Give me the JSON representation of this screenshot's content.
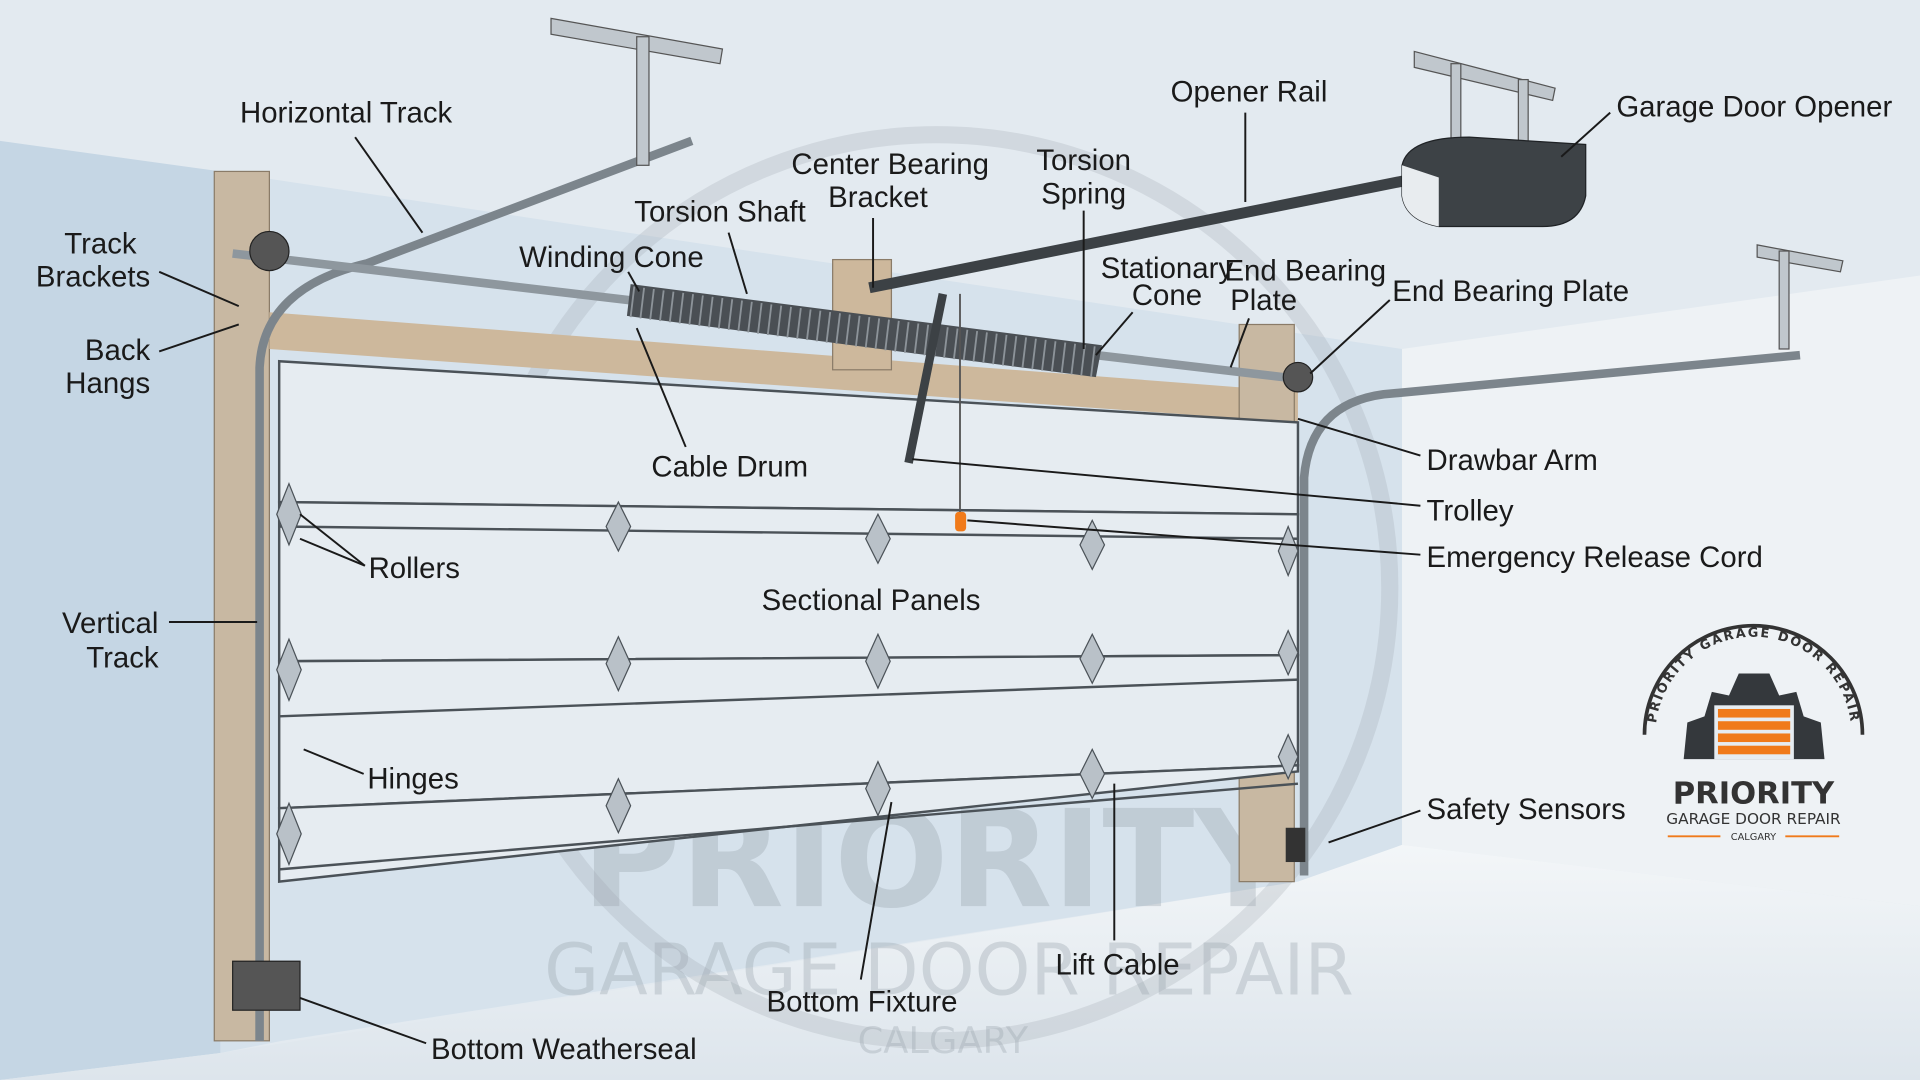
{
  "labels": {
    "horizontal_track": "Horizontal Track",
    "track_brackets": [
      "Track",
      "Brackets"
    ],
    "back_hangs": [
      "Back",
      "Hangs"
    ],
    "vertical_track": [
      "Vertical",
      "Track"
    ],
    "rollers": "Rollers",
    "hinges": "Hinges",
    "bottom_weatherseal": "Bottom Weatherseal",
    "bottom_fixture": "Bottom Fixture",
    "lift_cable": "Lift Cable",
    "sectional_panels": "Sectional Panels",
    "cable_drum": "Cable Drum",
    "winding_cone": "Winding Cone",
    "torsion_shaft": "Torsion Shaft",
    "center_bearing_bracket": [
      "Center Bearing",
      "Bracket"
    ],
    "torsion_spring": [
      "Torsion",
      "Spring"
    ],
    "opener_rail": "Opener Rail",
    "garage_door_opener": "Garage Door Opener",
    "stationary_cone": [
      "Stationary",
      "Cone"
    ],
    "end_bearing_plate_1": [
      "End Bearing",
      "Plate"
    ],
    "end_bearing_plate_2": "End Bearing Plate",
    "drawbar_arm": "Drawbar Arm",
    "trolley": "Trolley",
    "emergency_release_cord": "Emergency Release Cord",
    "safety_sensors": "Safety Sensors"
  },
  "logo": {
    "ring_text": "PRIORITY GARAGE DOOR REPAIR",
    "name": "PRIORITY",
    "tagline": "GARAGE DOOR REPAIR",
    "city": "CALGARY"
  },
  "watermark": {
    "name": "PRIORITY",
    "tagline": "GARAGE DOOR REPAIR",
    "city": "CALGARY"
  },
  "colors": {
    "accent": "#f07a1a",
    "dark": "#34383c",
    "wall": "#c9d8e5"
  }
}
